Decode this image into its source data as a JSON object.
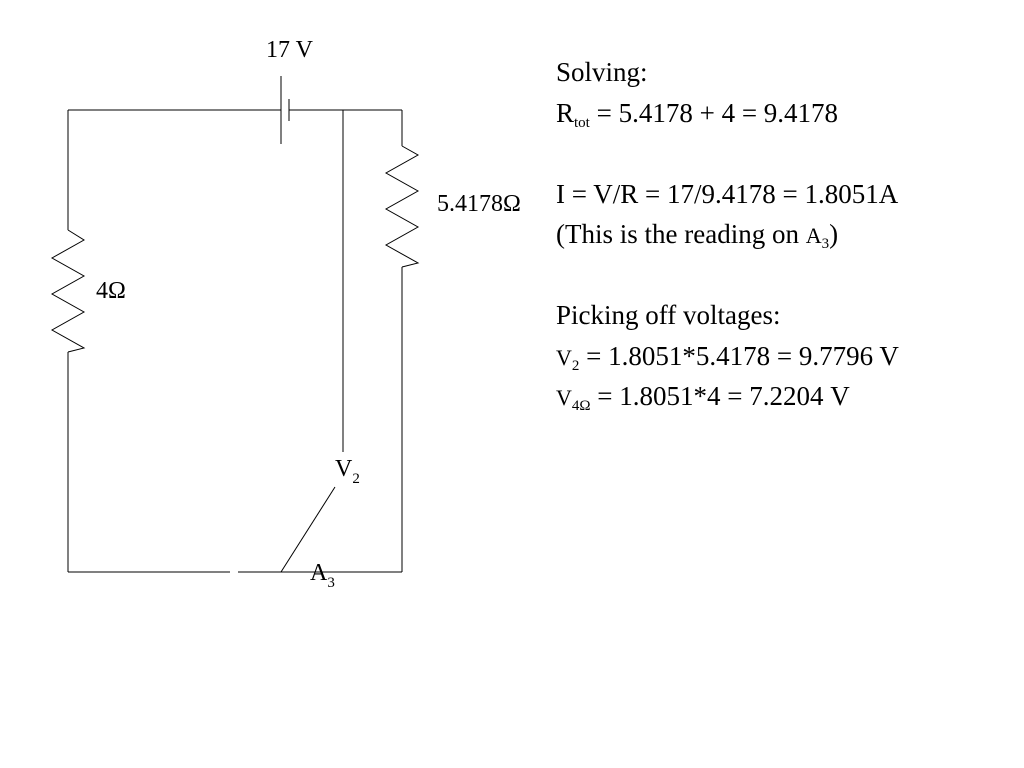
{
  "circuit": {
    "battery_label": "17 V",
    "resistor_right_label": "5.4178Ω",
    "resistor_left_label": "4Ω",
    "voltmeter_label": "V",
    "voltmeter_sub": "2",
    "ammeter_label": "A",
    "ammeter_sub": "3"
  },
  "notes": {
    "solving": "Solving:",
    "rtot_symbol": "R",
    "rtot_sub": "tot",
    "rtot_expr": " = 5.4178 + 4 = 9.4178",
    "current_expr": "I = V/R = 17/9.4178 = 1.8051A",
    "reading_prefix": "(This is the reading on ",
    "reading_symbol": "A",
    "reading_sub": "3",
    "reading_suffix": ")",
    "picking": "Picking off voltages:",
    "v2_symbol": "V",
    "v2_sub": "2",
    "v2_expr": " = 1.8051*5.4178 = 9.7796 V",
    "v4_symbol": "V",
    "v4_sub": "4Ω",
    "v4_expr": " = 1.8051*4 = 7.2204 V"
  }
}
